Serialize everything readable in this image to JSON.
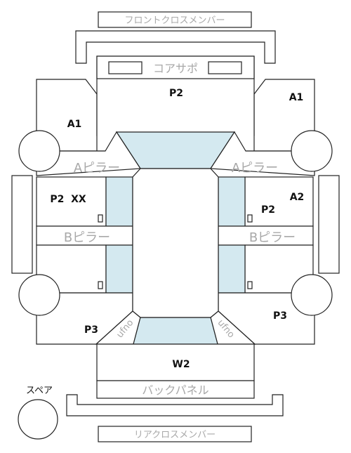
{
  "members": {
    "front_cross_member": "フロントクロスメンバー",
    "rear_cross_member": "リアクロスメンバー",
    "core_support": "コアサポ",
    "back_panel": "バックパネル"
  },
  "pillars": {
    "a_left": "Aピラー",
    "a_right": "Aピラー",
    "b_left": "Bピラー",
    "b_right": "Bピラー"
  },
  "glass_labels": {
    "left": "ufno",
    "right": "ufno"
  },
  "codes": {
    "hood": "P2",
    "front_left": "A1",
    "front_right": "A1",
    "front_door_left": "P2  XX",
    "front_door_right": "A2",
    "front_door_right_code": "P2",
    "rear_left": "P3",
    "rear_right": "P3",
    "trunk": "W2"
  },
  "spare": {
    "label": "スペア"
  },
  "colors": {
    "glass": "#d4e9f0",
    "outline": "#222222",
    "label_gray": "#a8a8a8"
  }
}
